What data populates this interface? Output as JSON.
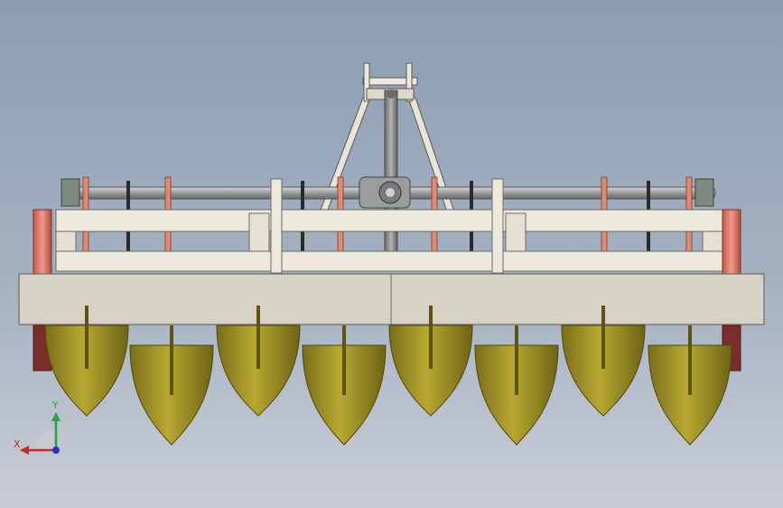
{
  "scene": {
    "subject": "cad-model-rotary-cultivator",
    "background_top": "#8c9db2",
    "background_bottom": "#c9cdd6",
    "colors": {
      "frame": "#d6d2c6",
      "frame_edge": "#6e6b62",
      "rail": "#ece8dc",
      "shaft": "#a9a9a9",
      "mast": "#8e8e8e",
      "blade": "#a89a2a",
      "blade_dark": "#6e6414",
      "wheel": "#e07a6a",
      "wheel_dark": "#7a2e28",
      "bracket": "#e08a72",
      "gearbox": "#7e8a80"
    }
  },
  "axis_triad": {
    "x_label": "X",
    "y_label": "Y",
    "x_color": "#d0261c",
    "y_color": "#22a83a",
    "z_color": "#2233cc"
  }
}
